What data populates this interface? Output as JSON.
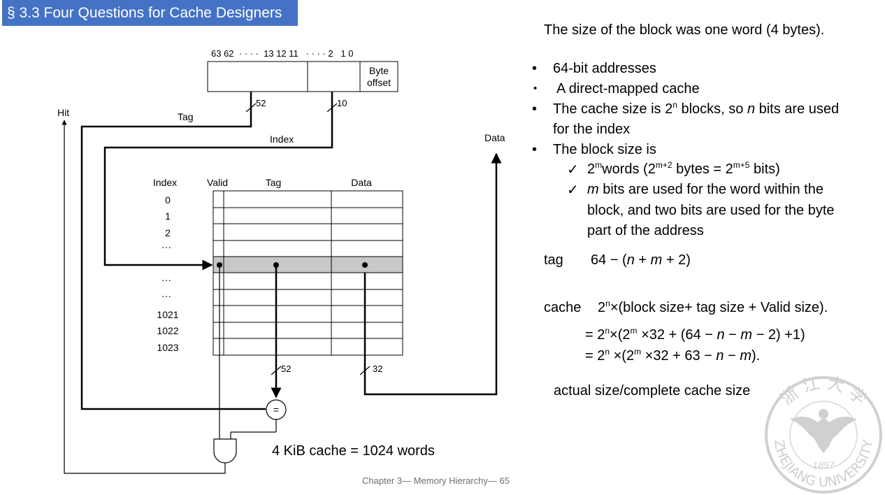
{
  "slide": {
    "title": "§ 3.3 Four Questions for Cache Designers",
    "footer": "Chapter 3— Memory Hierarchy— 65",
    "caption": "4 KiB cache = 1024 words"
  },
  "diagram": {
    "bit_positions": "63 62  · · · ·  13 12 11   · · · · 2   1 0",
    "byte_offset_line1": "Byte",
    "byte_offset_line2": "offset",
    "hit_label": "Hit",
    "tag_label": "Tag",
    "index_label": "Index",
    "data_label": "Data",
    "tag_bits": "52",
    "index_bits": "10",
    "compare_tag_bits": "52",
    "data_bits": "32",
    "comparator_symbol": "=",
    "table_headers": [
      "Index",
      "Valid",
      "Tag",
      "Data"
    ],
    "row_indices": [
      "0",
      "1",
      "2",
      "···",
      "",
      "···",
      "···",
      "1021",
      "1022",
      "1023"
    ]
  },
  "right_panel": {
    "block_note": "The size of the block was one word (4 bytes).",
    "bullets": [
      "64-bit addresses",
      "A direct-mapped cache",
      "The cache size is 2",
      "n",
      " blocks, so ",
      "n",
      " bits are used",
      "for the index",
      "The block size is"
    ],
    "sub_words_prefix": "2",
    "sub_words_exp": "m",
    "sub_words_text": "words (2",
    "sub_words_exp2": "m+2",
    "sub_words_text2": " bytes = 2",
    "sub_words_exp3": "m+5",
    "sub_words_text3": " bits)",
    "sub_m_var": "m",
    "sub_m_line1": " bits are used for the word within the",
    "sub_m_line2": "block, and two bits are used for the byte",
    "sub_m_line3": "part of the address",
    "tag_word": "tag",
    "tag_formula_a": "64 − (",
    "tag_formula_n": "n",
    "tag_formula_b": " + ",
    "tag_formula_m": "m",
    "tag_formula_c": " + 2)",
    "cache_word": "cache",
    "cache_formula_base": "2",
    "cache_formula_exp": "n",
    "cache_formula_rest": "×(block size+ tag size + Valid size).",
    "eq1_a": "= 2",
    "eq1_exp1": "n",
    "eq1_b": "×(2",
    "eq1_exp2": "m",
    "eq1_c": " ×32 + (64 − ",
    "eq1_n": "n",
    "eq1_d": " − ",
    "eq1_m": "m",
    "eq1_e": " − 2) +1)",
    "eq2_a": "= 2",
    "eq2_exp1": "n",
    "eq2_b": " ×(2",
    "eq2_exp2": "m",
    "eq2_c": " ×32 + 63 − ",
    "eq2_n": "n",
    "eq2_d": " − ",
    "eq2_m": "m",
    "eq2_e": ").",
    "actual_size": "actual size/complete cache size"
  },
  "logo": {
    "text_top": "浙 江 大 学",
    "year": "1897",
    "text_bottom": "ZHEJIANG UNIVERSITY"
  },
  "colors": {
    "title_bg": "#4472c4",
    "highlight_row": "#c8c8c8"
  }
}
